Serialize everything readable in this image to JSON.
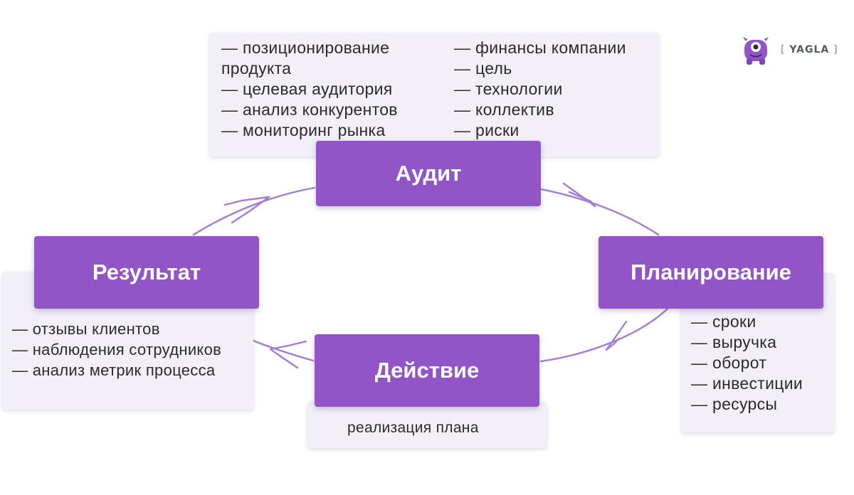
{
  "brand": {
    "name": "YAGLA",
    "bracket_open": "[",
    "bracket_close": "]",
    "mascot_icon": "monster-mascot-icon",
    "accent_color": "#9155c8"
  },
  "colors": {
    "stage_box": "#9155c8",
    "card_bg": "#f2eff8",
    "arrow": "#9a6fd0",
    "text": "#2b2b2b"
  },
  "stages": {
    "audit": {
      "label": "Аудит",
      "items_left": [
        "— позиционирование",
        "продукта",
        "— целевая аудитория",
        "— анализ конкурентов",
        "— мониторинг рынка"
      ],
      "items_right": [
        "— финансы компании",
        "— цель",
        "— технологии",
        "— коллектив",
        "— риски"
      ]
    },
    "planning": {
      "label": "Планирование",
      "items": [
        "— сроки",
        "— выручка",
        "— оборот",
        "— инвестиции",
        "— ресурсы"
      ]
    },
    "action": {
      "label": "Действие",
      "note": "реализация плана"
    },
    "result": {
      "label": "Результат",
      "items": [
        "— отзывы клиентов",
        "— наблюдения сотрудников",
        "— анализ метрик процесса"
      ]
    }
  }
}
